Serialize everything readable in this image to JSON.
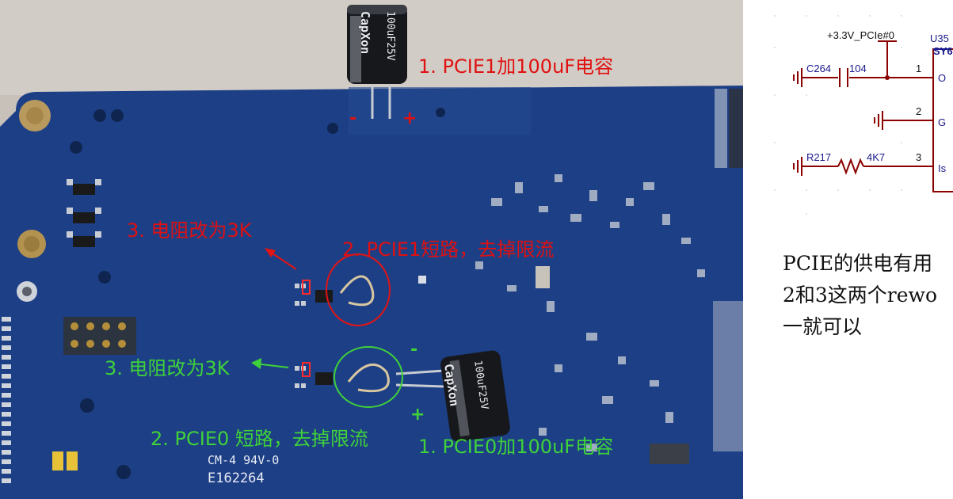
{
  "photo": {
    "cap_top_text": "CapXon",
    "cap_top_text2": "100uF25V",
    "cap_bottom_text": "CapXon",
    "cap_bottom_text2": "100uF25V",
    "silk_line1": "CM-4 94V-0",
    "silk_line2": "E162264",
    "annotations": {
      "pcie1_cap": "1. PCIE1加100uF电容",
      "pcie1_short": "2. PCIE1短路，去掉限流",
      "pcie1_resistor": "3. 电阻改为3K",
      "pcie0_resistor": "3. 电阻改为3K",
      "pcie0_short": "2. PCIE0 短路，去掉限流",
      "pcie0_cap": "1. PCIE0加100uF电容",
      "minus_top": "-",
      "plus_top": "+",
      "minus_bottom": "-",
      "plus_bottom": "+"
    },
    "colors": {
      "board": "#1d3f86",
      "red_note": "#e01010",
      "green_note": "#3fd23a"
    }
  },
  "schematic": {
    "net_label": "+3.3V_PCIe#0",
    "ref_u": "U35",
    "part_prefix": "SY6",
    "c_ref": "C264",
    "c_value": "104",
    "r_ref": "R217",
    "r_value": "4K7",
    "pin1": "1",
    "pin2": "2",
    "pin3": "3",
    "pin1_name": "O",
    "pin2_name": "G",
    "pin3_name": "Is"
  },
  "note": {
    "line1": "PCIE的供电有用",
    "line2": "2和3这两个rewo",
    "line3": "一就可以"
  }
}
